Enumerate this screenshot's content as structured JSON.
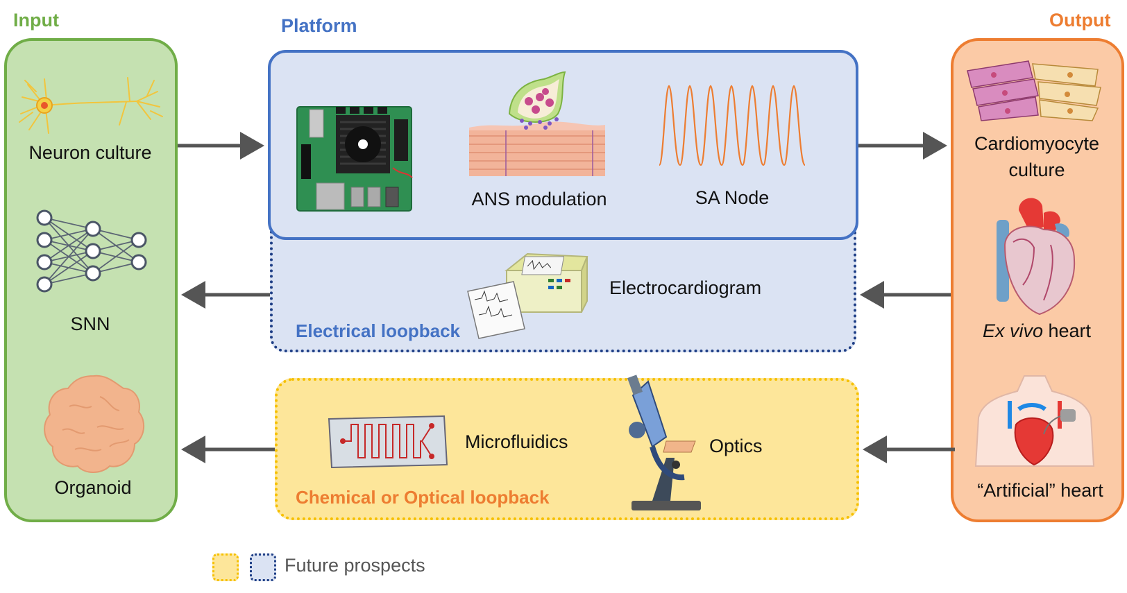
{
  "titles": {
    "input": "Input",
    "platform": "Platform",
    "output": "Output"
  },
  "input": {
    "items": [
      {
        "label": "Neuron culture"
      },
      {
        "label": "SNN"
      },
      {
        "label": "Organoid"
      }
    ]
  },
  "platform": {
    "items": [
      {
        "label": "ANS modulation"
      },
      {
        "label": "SA Node"
      }
    ]
  },
  "electrical": {
    "title": "Electrical loopback",
    "item_label": "Electrocardiogram"
  },
  "chemical": {
    "title": "Chemical or Optical loopback",
    "items": [
      {
        "label": "Microfluidics"
      },
      {
        "label": "Optics"
      }
    ]
  },
  "output": {
    "items": [
      {
        "label_line1": "Cardiomyocyte",
        "label_line2": "culture"
      },
      {
        "label_italic": "Ex vivo",
        "label_rest": " heart"
      },
      {
        "label": "“Artificial” heart"
      }
    ]
  },
  "legend": {
    "label": "Future prospects"
  },
  "colors": {
    "input": "#70ad47",
    "platform": "#4472c4",
    "output": "#ed7d31",
    "electrical_title": "#4472c4",
    "chemical_title": "#ed7d31",
    "arrow": "#555555"
  }
}
